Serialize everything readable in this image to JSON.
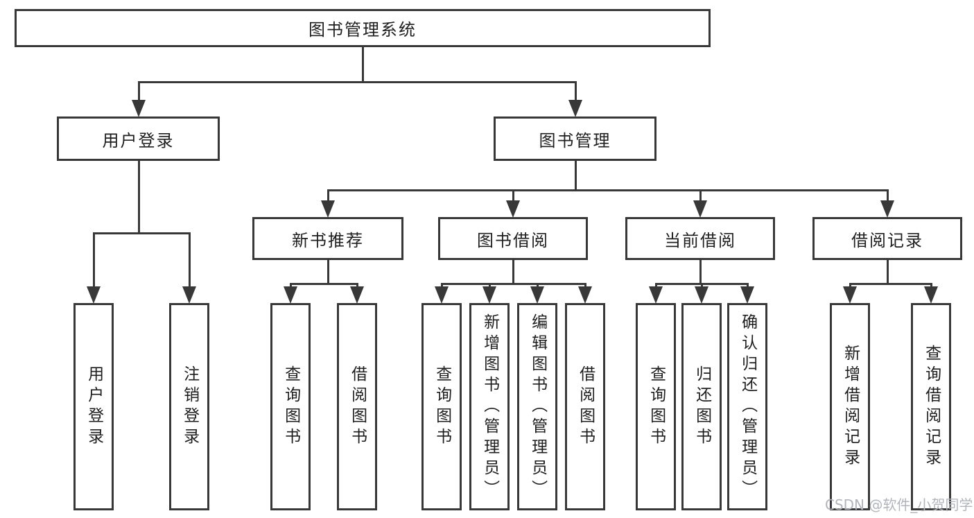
{
  "diagram_type": "hierarchy-chart",
  "colors": {
    "line": "#383838",
    "text": "#1e1e1e",
    "background": "#ffffff",
    "watermark": "#b1b5bb"
  },
  "tree": {
    "label": "图书管理系统",
    "children": [
      {
        "label": "用户登录",
        "children": [
          {
            "label": "用户登录"
          },
          {
            "label": "注销登录"
          }
        ]
      },
      {
        "label": "图书管理",
        "children": [
          {
            "label": "新书推荐",
            "children": [
              {
                "label": "查询图书"
              },
              {
                "label": "借阅图书"
              }
            ]
          },
          {
            "label": "图书借阅",
            "children": [
              {
                "label": "查询图书"
              },
              {
                "label": "新增图书（管理员）"
              },
              {
                "label": "编辑图书（管理员）"
              },
              {
                "label": "借阅图书"
              }
            ]
          },
          {
            "label": "当前借阅",
            "children": [
              {
                "label": "查询图书"
              },
              {
                "label": "归还图书"
              },
              {
                "label": "确认归还（管理员）"
              }
            ]
          },
          {
            "label": "借阅记录",
            "children": [
              {
                "label": "新增借阅记录"
              },
              {
                "label": "查询借阅记录"
              }
            ]
          }
        ]
      }
    ]
  },
  "watermark": {
    "text": "CSDN @软件_小贺同学"
  }
}
